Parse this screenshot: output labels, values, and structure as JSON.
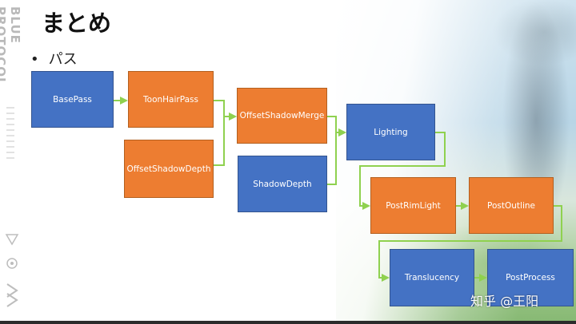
{
  "slide": {
    "title": "まとめ",
    "bullet": "パス",
    "side_logo_text": "BLUE PROTOCOL",
    "watermark": "知乎 @王阳"
  },
  "colors": {
    "blue": "#4472c4",
    "orange": "#ed7d31",
    "arrow": "#8fd14f"
  },
  "nodes": [
    {
      "id": "basepass",
      "label": "BasePass",
      "color": "blue"
    },
    {
      "id": "toonhairpass",
      "label": "ToonHairPass",
      "color": "orange"
    },
    {
      "id": "offsetshadowdepth",
      "label": "OffsetShadowDepth",
      "color": "orange"
    },
    {
      "id": "offsetshadowmerge",
      "label": "OffsetShadowMerge",
      "color": "orange"
    },
    {
      "id": "shadowdepth",
      "label": "ShadowDepth",
      "color": "blue"
    },
    {
      "id": "lighting",
      "label": "Lighting",
      "color": "blue"
    },
    {
      "id": "postrimlight",
      "label": "PostRimLight",
      "color": "orange"
    },
    {
      "id": "postoutline",
      "label": "PostOutline",
      "color": "orange"
    },
    {
      "id": "translucency",
      "label": "Translucency",
      "color": "blue"
    },
    {
      "id": "postprocess",
      "label": "PostProcess",
      "color": "blue"
    }
  ],
  "edges": [
    {
      "from": "basepass",
      "to": "toonhairpass"
    },
    {
      "from": "toonhairpass",
      "to": "offsetshadowmerge"
    },
    {
      "from": "offsetshadowdepth",
      "to": "offsetshadowmerge"
    },
    {
      "from": "offsetshadowmerge",
      "to": "lighting"
    },
    {
      "from": "shadowdepth",
      "to": "lighting"
    },
    {
      "from": "lighting",
      "to": "postrimlight"
    },
    {
      "from": "postrimlight",
      "to": "postoutline"
    },
    {
      "from": "postoutline",
      "to": "translucency"
    },
    {
      "from": "translucency",
      "to": "postprocess"
    }
  ]
}
